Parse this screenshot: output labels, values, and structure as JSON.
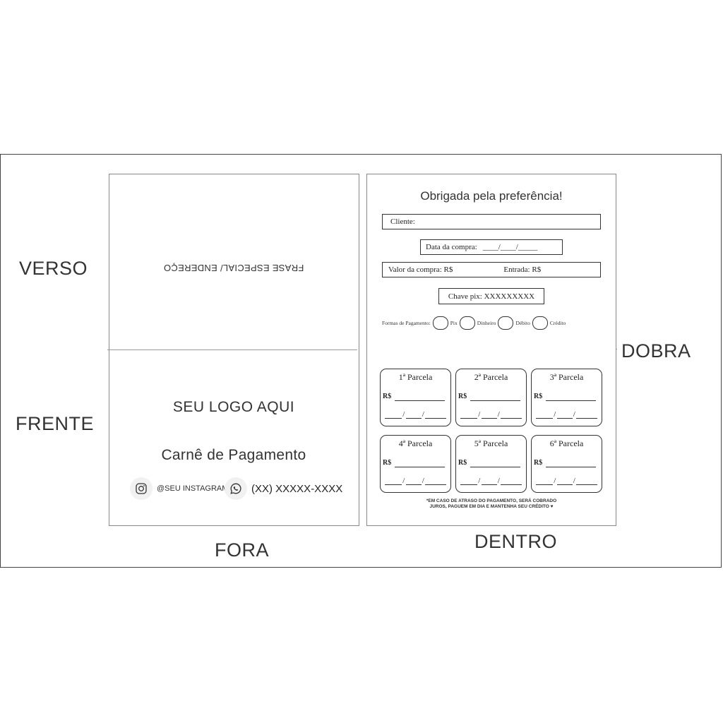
{
  "labels": {
    "verso": "VERSO",
    "frente": "FRENTE",
    "fora": "FORA",
    "dentro": "DENTRO",
    "dobra": "DOBRA"
  },
  "outside": {
    "verso_text": "FRASE ESPECIAL/ ENDEREÇO",
    "logo_text": "SEU LOGO AQUI",
    "title": "Carnê de Pagamento",
    "instagram": "@SEU INSTAGRAM",
    "phone": "(XX) XXXXX-XXXX",
    "icons": [
      "instagram-icon",
      "whatsapp-icon"
    ]
  },
  "inside": {
    "thanks": "Obrigada pela preferência!",
    "cliente_label": "Cliente:",
    "data_label": "Data da compra:",
    "date_placeholder": "____/____/_____",
    "valor_label": "Valor da compra: R$",
    "entrada_label": "Entrada: R$",
    "pix_label": "Chave pix: XXXXXXXXX",
    "formas_label": "Formas de Pagamento:",
    "formas": [
      "Pix",
      "Dinheiro",
      "Débito",
      "Crédito"
    ],
    "rs_label": "R$",
    "parcelas": [
      "1ª Parcela",
      "2ª Parcela",
      "3ª Parcela",
      "4ª Parcela",
      "5ª Parcela",
      "6ª Parcela"
    ],
    "note_line1": "*EM CASO DE ATRASO DO PAGAMENTO, SERÁ COBRADO",
    "note_line2": "JUROS, PAGUEM EM DIA E MANTENHA SEU CRÉDITO ♥"
  }
}
